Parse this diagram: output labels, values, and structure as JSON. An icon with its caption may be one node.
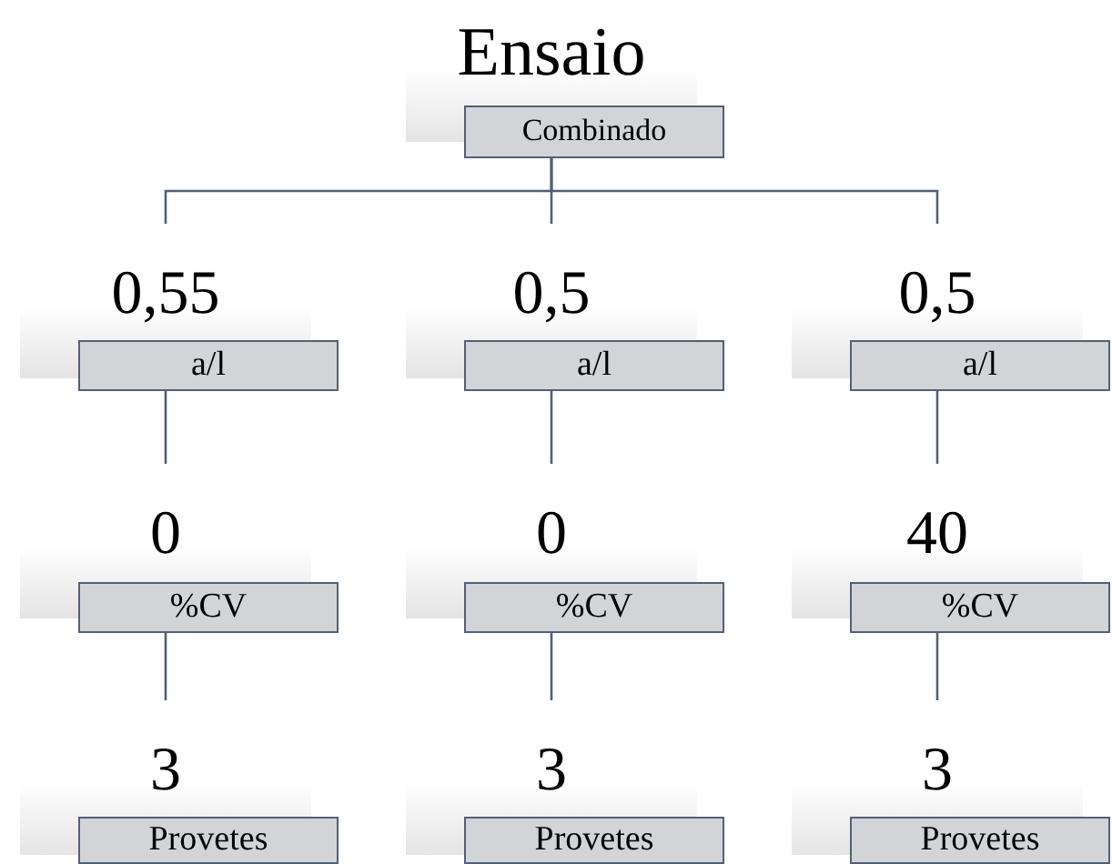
{
  "diagram": {
    "nodes": [
      {
        "text": [
          "Ensaio",
          "Combinado"
        ]
      },
      {
        "text": [
          "0,55",
          "a/l"
        ]
      },
      {
        "text": [
          "0,5",
          "a/l"
        ]
      },
      {
        "text": [
          "0,5",
          "a/l"
        ]
      },
      {
        "text": [
          "0",
          "%CV"
        ]
      },
      {
        "text": [
          "0",
          "%CV"
        ]
      },
      {
        "text": [
          "40",
          "%CV"
        ]
      },
      {
        "text": [
          "3",
          "Provetes"
        ]
      },
      {
        "text": [
          "3",
          "Provetes"
        ]
      },
      {
        "text": [
          "3",
          "Provetes"
        ]
      }
    ],
    "edges": [
      {
        "from": 0,
        "to": 1,
        "arrow": "none"
      },
      {
        "from": 0,
        "to": 2,
        "arrow": "none"
      },
      {
        "from": 0,
        "to": 3,
        "arrow": "none"
      },
      {
        "from": 1,
        "to": 4,
        "arrow": "none"
      },
      {
        "from": 2,
        "to": 5,
        "arrow": "none"
      },
      {
        "from": 3,
        "to": 6,
        "arrow": "none"
      },
      {
        "from": 4,
        "to": 7,
        "arrow": "none"
      },
      {
        "from": 5,
        "to": 8,
        "arrow": "none"
      },
      {
        "from": 6,
        "to": 9,
        "arrow": "none"
      }
    ]
  }
}
